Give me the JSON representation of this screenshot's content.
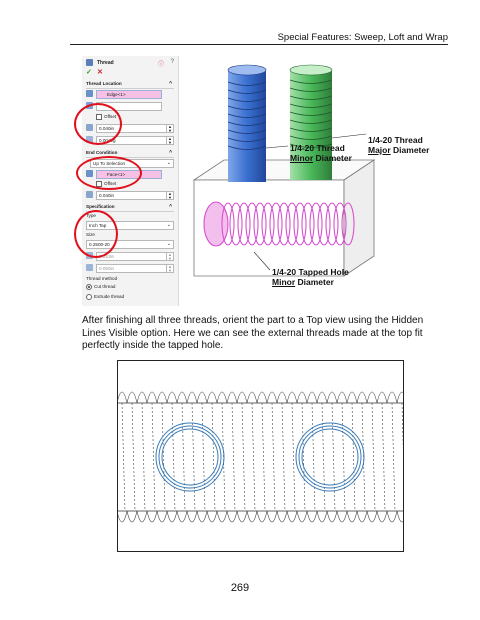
{
  "header": {
    "title": "Special Features: Sweep, Loft and Wrap"
  },
  "property_manager": {
    "title": "Thread",
    "ok_icon": "check-icon",
    "cancel_icon": "close-icon",
    "sections": {
      "thread_location": "Thread Location",
      "end_condition": "End Condition",
      "specification": "Specification"
    },
    "edge_value": "Edge<1>",
    "offset_label": "Offset",
    "offset_distance": "0.040in",
    "start_angle": "0.00deg",
    "end_condition_value": "Up To Selection",
    "face_value": "Face<1>",
    "end_offset_label": "Offset",
    "end_offset_distance": "0.040in",
    "type_label": "Type",
    "type_value": "Inch Tap",
    "size_label": "Size",
    "size_value": "0.2500-20",
    "diameter_value": "0.253in",
    "pitch_value": "0.050in",
    "thread_method_label": "Thread method",
    "cut_thread_label": "Cut thread",
    "extrude_thread_label": "Extrude thread",
    "highlight_color": "#e0101c"
  },
  "callouts": {
    "minor_thread": {
      "line1": "1/4-20 Thread",
      "line2_underlined": "Minor",
      "line2_rest": " Diameter"
    },
    "major_thread": {
      "line1": "1/4-20 Thread",
      "line2_underlined": "Major",
      "line2_rest": " Diameter"
    },
    "tapped_hole": {
      "line1": "1/4-20 Tapped Hole",
      "line2_underlined": "Minor",
      "line2_rest": " Diameter"
    }
  },
  "colors": {
    "blue_stud": "#3a6fd0",
    "green_stud": "#4ab85a",
    "helix": "#d94fd0",
    "block": "#f5f5f5"
  },
  "paragraph": "After finishing all three threads, orient the part to a Top view using the Hidden Lines Visible option. Here we can see the external threads made at the top fit perfectly inside the tapped hole.",
  "page_number": "269"
}
